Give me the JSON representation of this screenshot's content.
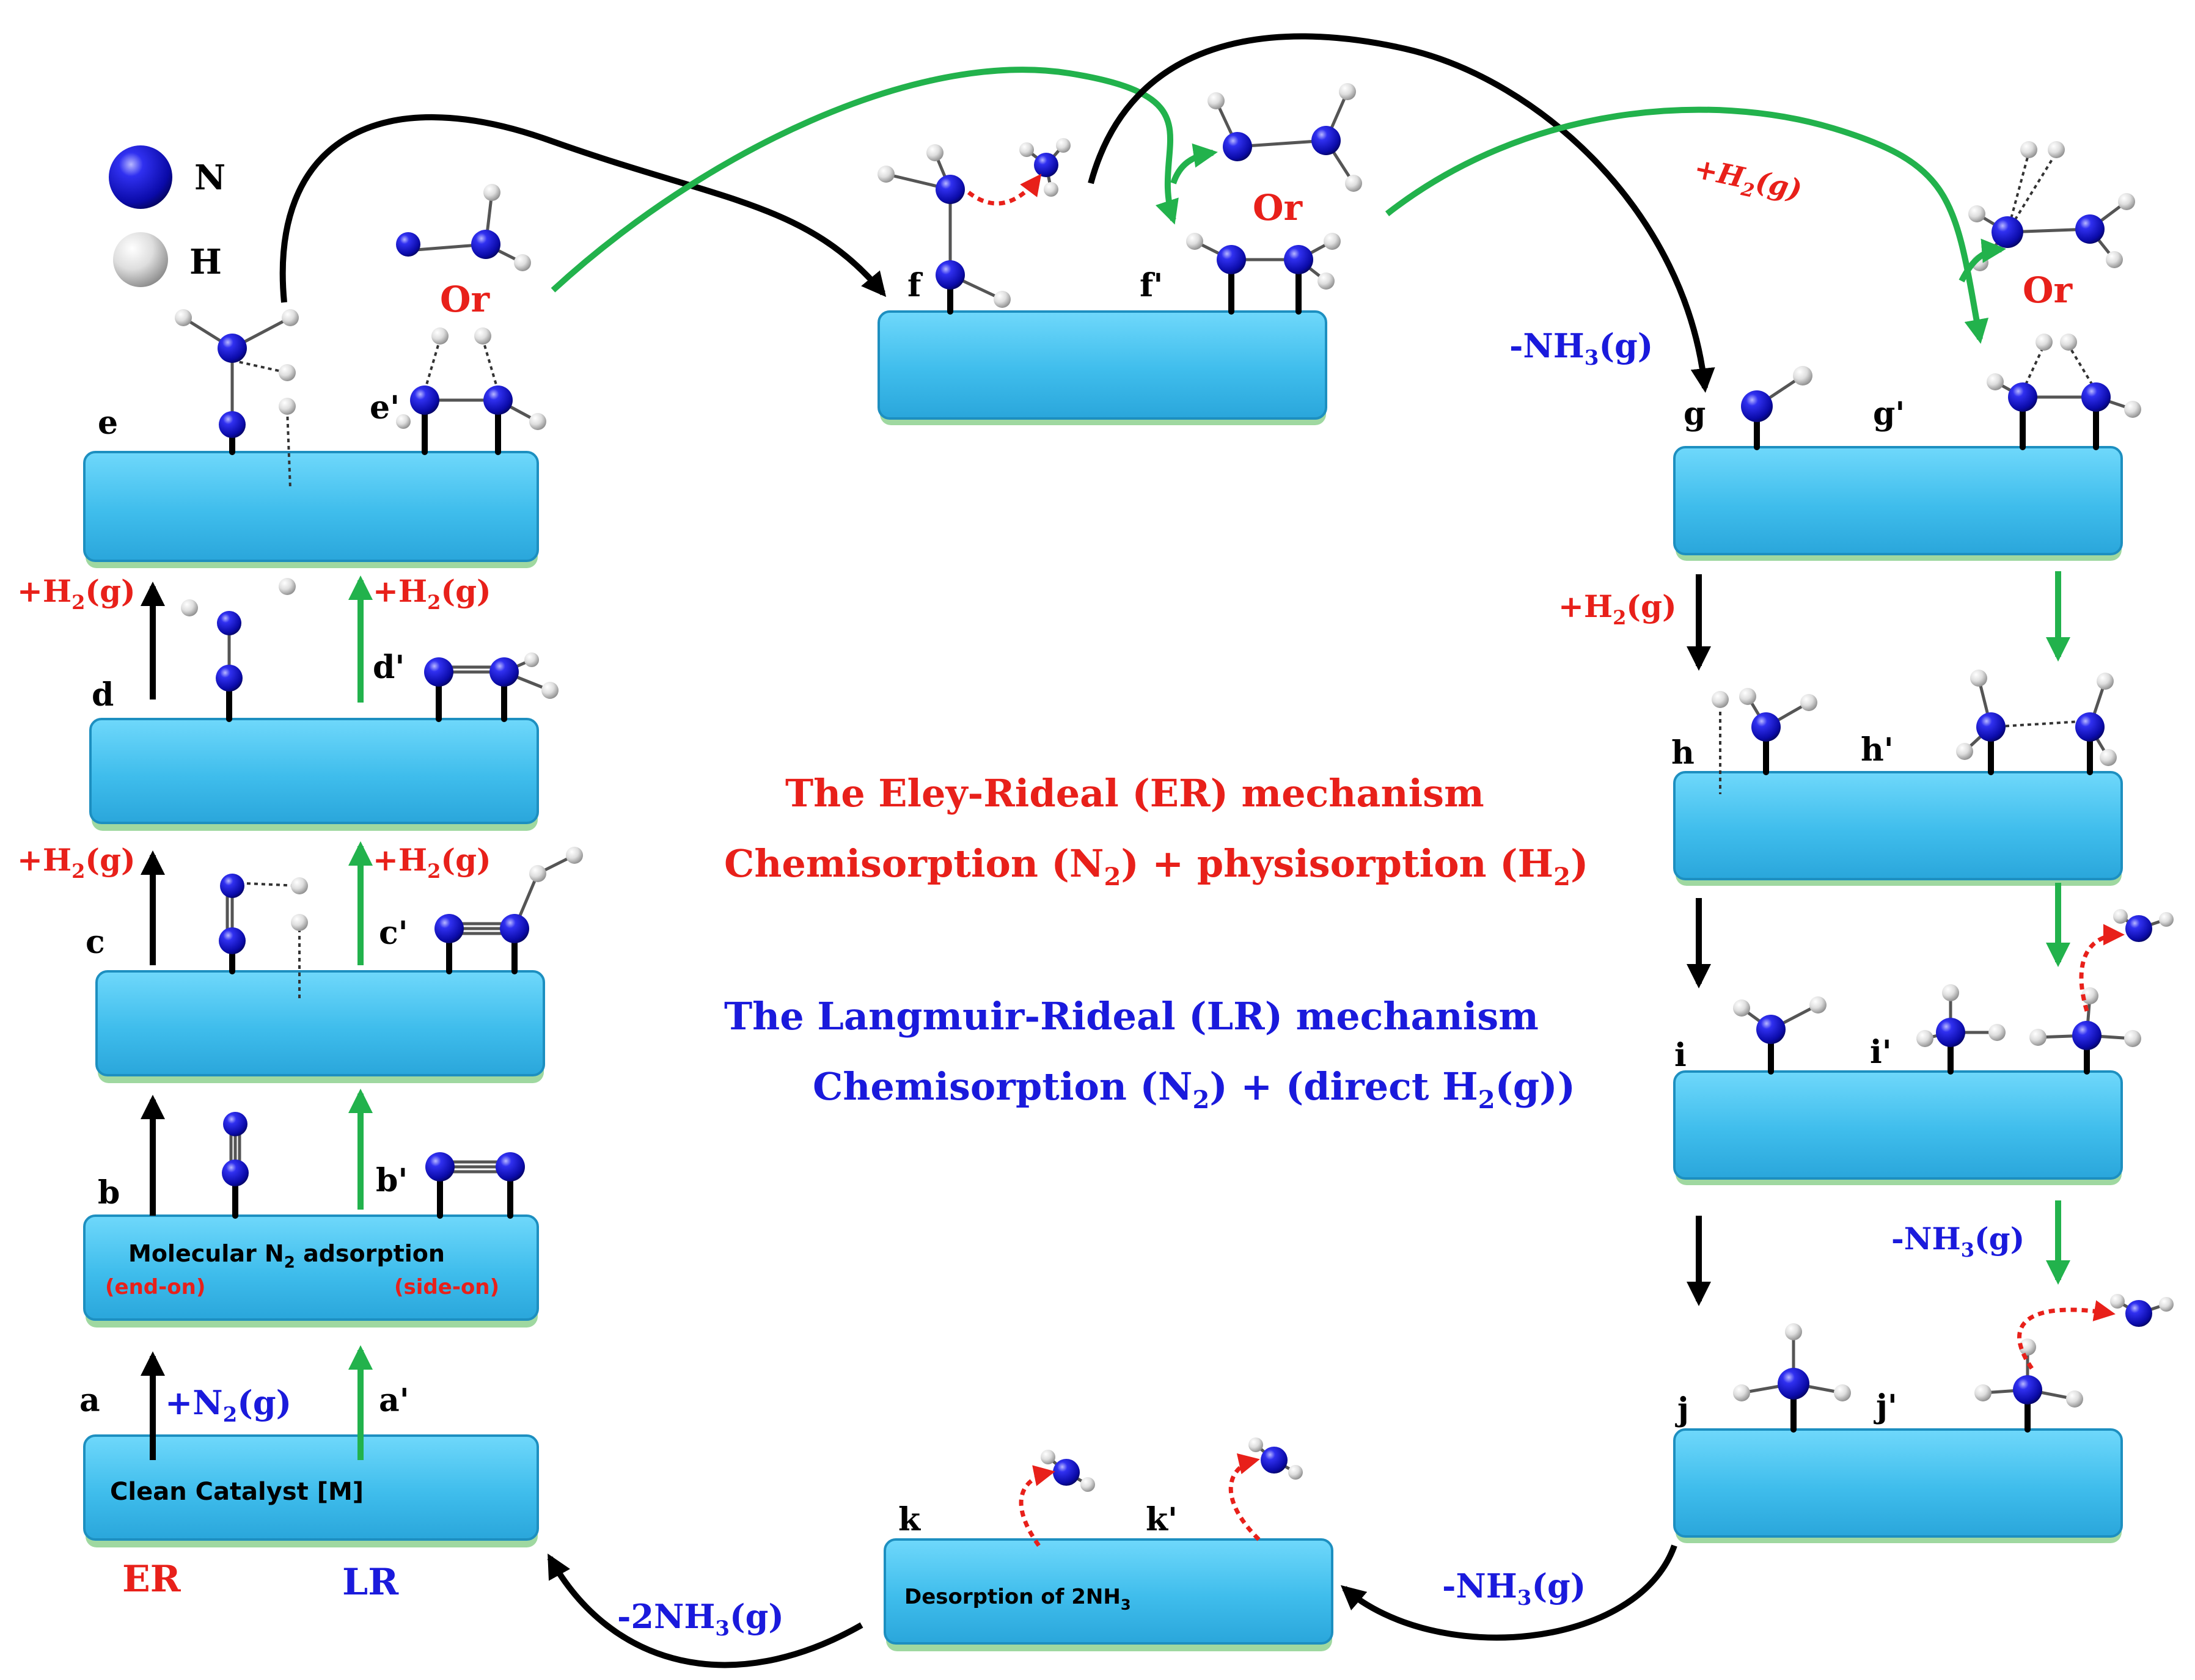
{
  "legend": {
    "n_label": "N",
    "h_label": "H"
  },
  "stage_labels": {
    "a": "a",
    "a_prime": "a'",
    "b": "b",
    "b_prime": "b'",
    "c": "c",
    "c_prime": "c'",
    "d": "d",
    "d_prime": "d'",
    "e": "e",
    "e_prime": "e'",
    "f": "f",
    "f_prime": "f'",
    "g": "g",
    "g_prime": "g'",
    "h": "h",
    "h_prime": "h'",
    "i": "i",
    "i_prime": "i'",
    "j": "j",
    "j_prime": "j'",
    "k": "k",
    "k_prime": "k'"
  },
  "or_label": "Or",
  "reagents": {
    "add_h2_pre": "+H",
    "h2_sub": "2",
    "g_suffix": "(g)",
    "add_n2_pre": "+N",
    "n2_sub": "2",
    "minus_nh3_pre": "-NH",
    "nh3_sub": "3",
    "minus_2nh3_pre": "-2NH"
  },
  "slab_text": {
    "clean": "Clean Catalyst [M]",
    "molecular_pre": "Molecular N",
    "molecular_sub": "2",
    "molecular_post": " adsorption",
    "end_on": "(end-on)",
    "side_on": "(side-on)",
    "desorption_pre": "Desorption of 2NH",
    "desorption_sub": "3"
  },
  "bottom_labels": {
    "er": "ER",
    "lr": "LR"
  },
  "mechanisms": {
    "er_title": "The Eley-Rideal (ER) mechanism",
    "er_detail_a": "Chemisorption (N",
    "er_detail_b": ") + physisorption (H",
    "er_detail_c": ")",
    "lr_title": "The Langmuir-Rideal (LR) mechanism",
    "lr_detail_a": "Chemisorption (N",
    "lr_detail_b": ") + (direct H",
    "lr_detail_c": "(g))",
    "sub2": "2"
  },
  "colors": {
    "er_red": "#e8201a",
    "lr_blue": "#1a1adc",
    "black_arrow": "#000000",
    "green_arrow": "#22b24c",
    "slab_fill": "#46c3ef",
    "slab_edge": "#1d8fc0",
    "n_atom": "#1010c8",
    "h_atom": "#e8e8e8"
  }
}
